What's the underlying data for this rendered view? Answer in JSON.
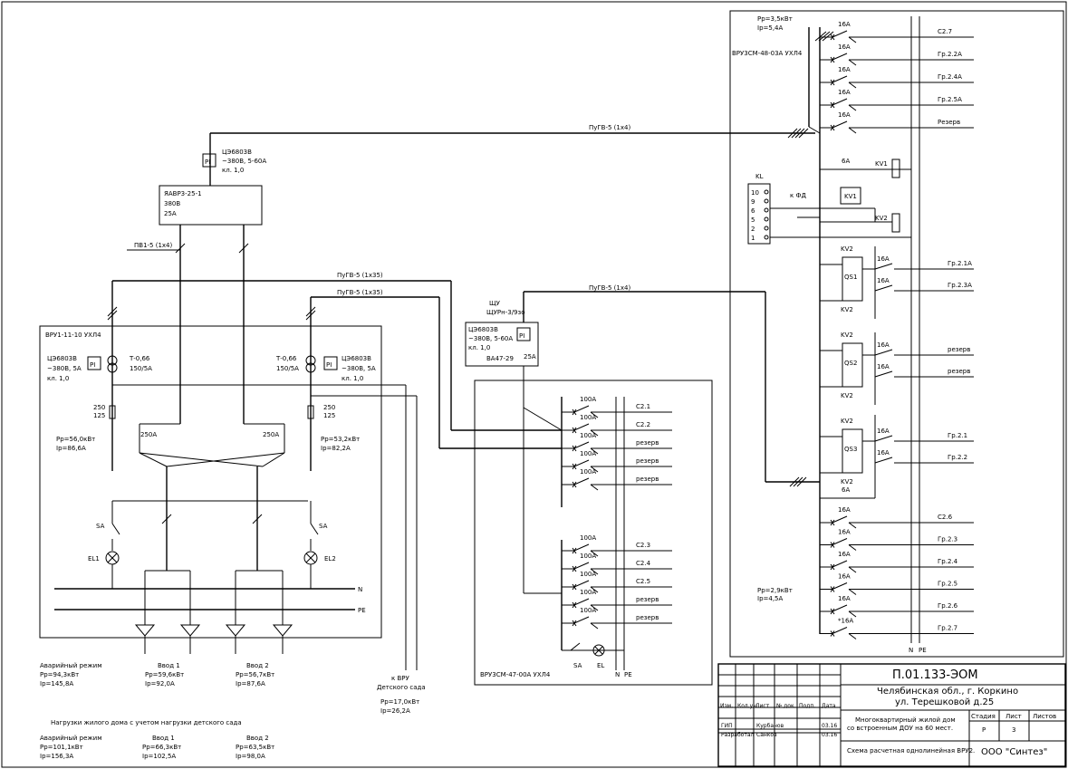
{
  "feeders": {
    "pugv_1x4_top": "ПуГВ-5 (1х4)",
    "pv1_1x4": "ПВ1-5 (1х4)",
    "pugv_1x35_a": "ПуГВ-5 (1х35)",
    "pugv_1x35_b": "ПуГВ-5 (1х35)",
    "pugv_1x4_mid": "ПуГВ-5 (1х4)"
  },
  "meter_top": {
    "model": "ЦЭ6803В",
    "spec": "~380В, 5-60А",
    "class": "кл. 1,0",
    "pi": "PI"
  },
  "avr": {
    "model": "ЯАВР3-25-1",
    "voltage": "380В",
    "current": "25А"
  },
  "vru1": {
    "title": "ВРУ1-11-10 УХЛ4",
    "meter_left": {
      "model": "ЦЭ6803В",
      "spec": "~380В, 5А",
      "class": "кл. 1,0",
      "pi": "PI"
    },
    "meter_right": {
      "model": "ЦЭ6803В",
      "spec": "~380В, 5А",
      "class": "кл. 1,0",
      "pi": "PI"
    },
    "ct_left": {
      "model": "Т-0,66",
      "ratio": "150/5А"
    },
    "ct_right": {
      "model": "Т-0,66",
      "ratio": "150/5А"
    },
    "fuse_left": {
      "a": "250",
      "b": "125"
    },
    "fuse_right": {
      "a": "250",
      "b": "125"
    },
    "load_left": {
      "p": "Рр=56,0кВт",
      "i": "Iр=86,6А"
    },
    "load_right": {
      "p": "Рр=53,2кВт",
      "i": "Iр=82,2А"
    },
    "switch_left": "250А",
    "switch_right": "250А",
    "sa_left": "SA",
    "sa_right": "SA",
    "el1": "EL1",
    "el2": "EL2",
    "n": "N",
    "pe": "PE"
  },
  "inputs": {
    "in1": {
      "label": "Ввод 1",
      "p": "Рр=59,6кВт",
      "i": "Iр=92,0А"
    },
    "in2": {
      "label": "Ввод 2",
      "p": "Рр=56,7кВт",
      "i": "Iр=87,6А"
    },
    "emergency": {
      "label": "Аварийный режим",
      "p": "Рр=94,3кВт",
      "i": "Iр=145,8А"
    }
  },
  "to_vru": {
    "label": "к ВРУ",
    "sub": "Детского сада",
    "p": "Рр=17,0кВт",
    "i": "Iр=26,2А"
  },
  "with_kg": {
    "title": "Нагрузки жилого дома с учетом нагрузки детского сада",
    "emergency": {
      "label": "Аварийный режим",
      "p": "Рр=101,1кВт",
      "i": "Iр=156,3А"
    },
    "in1": {
      "label": "Ввод 1",
      "p": "Рр=66,3кВт",
      "i": "Iр=102,5А"
    },
    "in2": {
      "label": "Ввод 2",
      "p": "Рр=63,5кВт",
      "i": "Iр=98,0А"
    }
  },
  "shu": {
    "title": "ЩУ",
    "model": "ЩУРн-3/9зо",
    "meter": "ЦЭ6803В",
    "spec": "~380В, 5-60А",
    "class": "кл. 1,0",
    "breaker": "ВА47-29",
    "current": "25А",
    "pi": "PI"
  },
  "vru47": {
    "title": "ВРУ3СМ-47-00А УХЛ4",
    "group1": [
      {
        "amp": "100А",
        "name": "С2.1"
      },
      {
        "amp": "100А",
        "name": "С2.2"
      },
      {
        "amp": "100А",
        "name": "резерв"
      },
      {
        "amp": "100А",
        "name": "резерв"
      },
      {
        "amp": "100А",
        "name": "резерв"
      }
    ],
    "group2": [
      {
        "amp": "100А",
        "name": "С2.3"
      },
      {
        "amp": "100А",
        "name": "С2.4"
      },
      {
        "amp": "100А",
        "name": "С2.5"
      },
      {
        "amp": "100А",
        "name": "резерв"
      },
      {
        "amp": "100А",
        "name": "резерв"
      }
    ],
    "sa": "SA",
    "el": "EL",
    "n": "N",
    "pe": "PE"
  },
  "vru48": {
    "title": "ВРУ3СМ-48-03А УХЛ4",
    "pp_top": "Рр=3,5кВт",
    "ip_top": "Iр=5,4А",
    "top_group": [
      {
        "amp": "16А",
        "name": "С2.7"
      },
      {
        "amp": "16А",
        "name": "Гр.2.2А"
      },
      {
        "amp": "16А",
        "name": "Гр.2.4А"
      },
      {
        "amp": "16А",
        "name": "Гр.2.5А"
      },
      {
        "amp": "16А",
        "name": "Резерв"
      }
    ],
    "kv_block": {
      "amp": "6А",
      "kv1": "KV1",
      "kv2": "KV2",
      "kl": "KL",
      "kfd": "к ФД",
      "terminals": [
        "10",
        "9",
        "6",
        "5",
        "2",
        "1"
      ]
    },
    "qs_groups": [
      {
        "qs": "QS1",
        "kv_top": "KV2",
        "kv_bot": "KV2",
        "lines": [
          {
            "amp": "16А",
            "name": "Гр.2.1А"
          },
          {
            "amp": "16А",
            "name": "Гр.2.3А"
          }
        ]
      },
      {
        "qs": "QS2",
        "kv_top": "KV2",
        "kv_bot": "KV2",
        "lines": [
          {
            "amp": "16А",
            "name": "резерв"
          },
          {
            "amp": "16А",
            "name": "резерв"
          }
        ]
      },
      {
        "qs": "QS3",
        "kv_top": "KV2",
        "kv_bot": "KV2",
        "lines": [
          {
            "amp": "16А",
            "name": "Гр.2.1"
          },
          {
            "amp": "16А",
            "name": "Гр.2.2"
          }
        ]
      }
    ],
    "amp6": "6А",
    "bottom_group": [
      {
        "amp": "16А",
        "name": "С2.6"
      },
      {
        "amp": "16А",
        "name": "Гр.2.3"
      },
      {
        "amp": "16А",
        "name": "Гр.2.4"
      },
      {
        "amp": "16А",
        "name": "Гр.2.5"
      },
      {
        "amp": "16А",
        "name": "Гр.2.6"
      },
      {
        "amp": "*16А",
        "name": "Гр.2.7"
      }
    ],
    "pp_bot": "Рр=2,9кВт",
    "ip_bot": "Iр=4,5А",
    "n": "N",
    "pe": "PE"
  },
  "stamp": {
    "code": "П.01.133-ЭОМ",
    "city": "Челябинская обл., г. Коркино",
    "street": "ул. Терешковой д.25",
    "object_line1": "Многоквартирный жилой дом",
    "object_line2": "со встроенным ДОУ на 60 мест.",
    "sheet_title": "Схема расчетная однолинейная ВРУ2.",
    "company": "ООО \"Синтез\"",
    "headers": [
      "Изм.",
      "Кол.уч",
      "Лист",
      "№ док.",
      "Подп.",
      "Дата"
    ],
    "stage_hdr": "Стадия",
    "sheet_hdr": "Лист",
    "sheets_hdr": "Листов",
    "stage": "Р",
    "sheet": "3",
    "sheets": "",
    "rows": [
      {
        "role": "ГИП",
        "name": "Курбанов",
        "date": "03.16"
      },
      {
        "role": "Разработал",
        "name": "Санков",
        "date": "03.16"
      }
    ]
  }
}
